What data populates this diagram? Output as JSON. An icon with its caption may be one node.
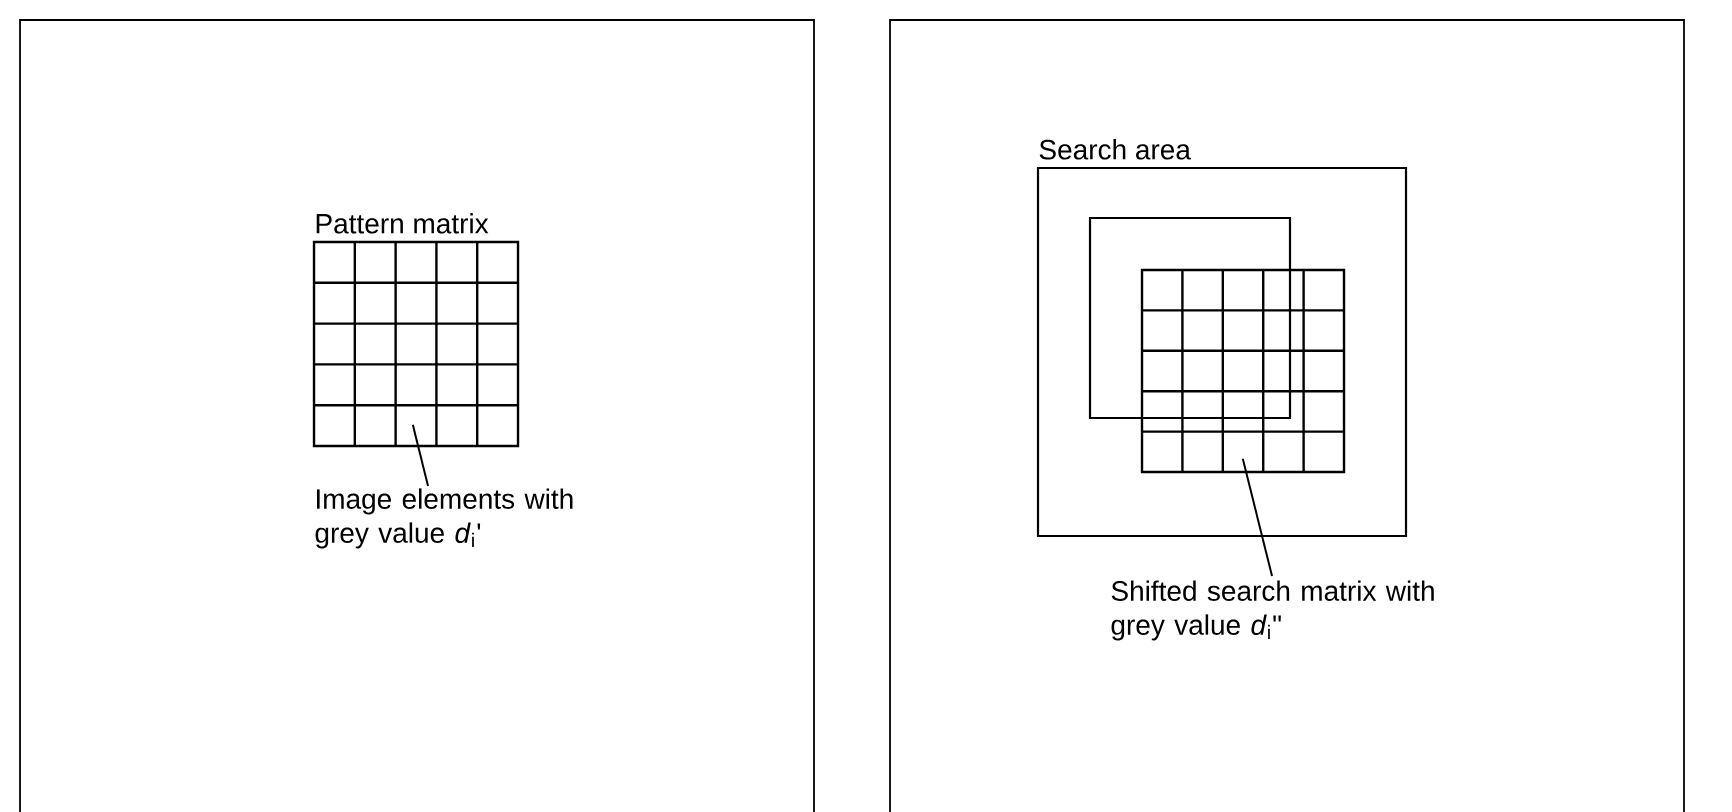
{
  "diagram": {
    "nodes": [
      {
        "text": [
          "Pattern matrix"
        ]
      },
      {
        "text": [
          "Image elements with grey value *d*$_{i}$'"
        ]
      },
      {
        "text": [
          "Search area"
        ]
      },
      {
        "text": [],
        "shape": "box",
        "in": 2
      },
      {
        "text": [],
        "shape": "grid",
        "in": 2
      },
      {
        "text": [
          "Shifted search matrix with grey value *d*$_{i}$\""
        ]
      }
    ],
    "edges": [
      {
        "from": 1,
        "to": 0,
        "arrow": "none"
      },
      {
        "from": 5,
        "to": 4,
        "arrow": "none"
      }
    ]
  }
}
